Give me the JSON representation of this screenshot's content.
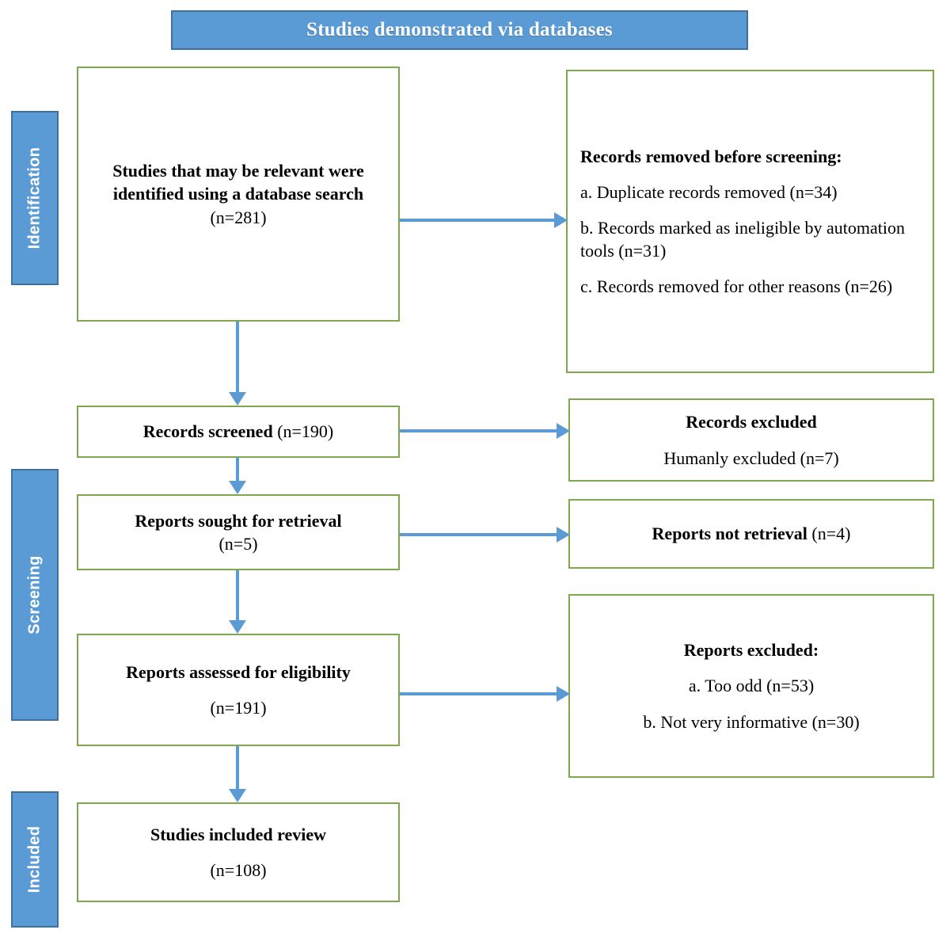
{
  "header": {
    "title": "Studies demonstrated via databases"
  },
  "colors": {
    "banner_blue": "#5B9BD5",
    "banner_border": "#41709C",
    "box_border_green": "#7FA74E",
    "arrow_blue": "#5B9BD5",
    "text": "#000000",
    "banner_text": "#FFFFFF"
  },
  "stages": [
    {
      "label": "Identification"
    },
    {
      "label": "Screening"
    },
    {
      "label": "Included"
    }
  ],
  "boxes": {
    "identified": {
      "bold": "Studies that may be relevant were identified using a database search",
      "count": "(n=281)"
    },
    "removed_before_screening": {
      "heading": "Records removed before screening:",
      "item_a": "a.   Duplicate records removed (n=34)",
      "item_b": "b. Records marked as ineligible by automation tools (n=31)",
      "item_c": "c. Records removed for other reasons (n=26)"
    },
    "records_screened": {
      "bold": "Records screened",
      "count": "(n=190)"
    },
    "records_excluded": {
      "heading": "Records excluded",
      "detail": "Humanly excluded (n=7)"
    },
    "reports_sought": {
      "bold": "Reports sought for retrieval",
      "count": "(n=5)"
    },
    "reports_not_retrieval": {
      "bold": "Reports not retrieval",
      "count": "(n=4)"
    },
    "reports_assessed": {
      "bold": "Reports assessed for eligibility",
      "count": "(n=191)"
    },
    "reports_excluded": {
      "heading": "Reports excluded:",
      "item_a": "a. Too odd (n=53)",
      "item_b": "b. Not very informative (n=30)"
    },
    "studies_included": {
      "bold": "Studies included review",
      "count": "(n=108)"
    }
  },
  "chart_data": {
    "type": "diagram",
    "title": "Studies demonstrated via databases",
    "flow": "PRISMA flow diagram",
    "stages": [
      "Identification",
      "Screening",
      "Included"
    ],
    "nodes": [
      {
        "id": "identified",
        "stage": "Identification",
        "label": "Studies that may be relevant were identified using a database search",
        "n": 281
      },
      {
        "id": "removed_before_screening",
        "stage": "Identification",
        "label": "Records removed before screening",
        "subitems": [
          {
            "label": "Duplicate records removed",
            "n": 34
          },
          {
            "label": "Records marked as ineligible by automation tools",
            "n": 31
          },
          {
            "label": "Records removed for other reasons",
            "n": 26
          }
        ]
      },
      {
        "id": "records_screened",
        "stage": "Screening",
        "label": "Records screened",
        "n": 190
      },
      {
        "id": "records_excluded",
        "stage": "Screening",
        "label": "Records excluded - Humanly excluded",
        "n": 7
      },
      {
        "id": "reports_sought",
        "stage": "Screening",
        "label": "Reports sought for retrieval",
        "n": 5
      },
      {
        "id": "reports_not_retrieval",
        "stage": "Screening",
        "label": "Reports not retrieval",
        "n": 4
      },
      {
        "id": "reports_assessed",
        "stage": "Screening",
        "label": "Reports assessed for eligibility",
        "n": 191
      },
      {
        "id": "reports_excluded",
        "stage": "Screening",
        "label": "Reports excluded",
        "subitems": [
          {
            "label": "Too odd",
            "n": 53
          },
          {
            "label": "Not very informative",
            "n": 30
          }
        ]
      },
      {
        "id": "studies_included",
        "stage": "Included",
        "label": "Studies included review",
        "n": 108
      }
    ],
    "edges": [
      {
        "from": "identified",
        "to": "removed_before_screening",
        "direction": "right"
      },
      {
        "from": "identified",
        "to": "records_screened",
        "direction": "down"
      },
      {
        "from": "records_screened",
        "to": "records_excluded",
        "direction": "right"
      },
      {
        "from": "records_screened",
        "to": "reports_sought",
        "direction": "down"
      },
      {
        "from": "reports_sought",
        "to": "reports_not_retrieval",
        "direction": "right"
      },
      {
        "from": "reports_sought",
        "to": "reports_assessed",
        "direction": "down"
      },
      {
        "from": "reports_assessed",
        "to": "reports_excluded",
        "direction": "right"
      },
      {
        "from": "reports_assessed",
        "to": "studies_included",
        "direction": "down"
      }
    ]
  }
}
